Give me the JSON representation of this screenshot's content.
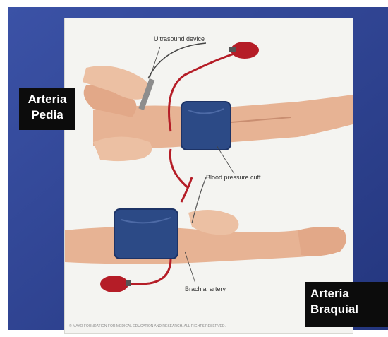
{
  "labels": {
    "pedia_line1": "Arteria",
    "pedia_line2": "Pedia",
    "braquial_line1": "Arteria",
    "braquial_line2": "Braquial"
  },
  "callouts": {
    "ultrasound": "Ultrasound device",
    "cuff": "Blood pressure cuff",
    "brachial": "Brachial artery"
  },
  "copyright": "© MAYO FOUNDATION FOR MEDICAL EDUCATION AND RESEARCH. ALL RIGHTS RESERVED.",
  "colors": {
    "background_blue": "#2f4596",
    "cuff_blue": "#2c4a86",
    "skin": "#e7b394",
    "bulb_red": "#b51d27",
    "label_box": "#0c0c0c"
  }
}
